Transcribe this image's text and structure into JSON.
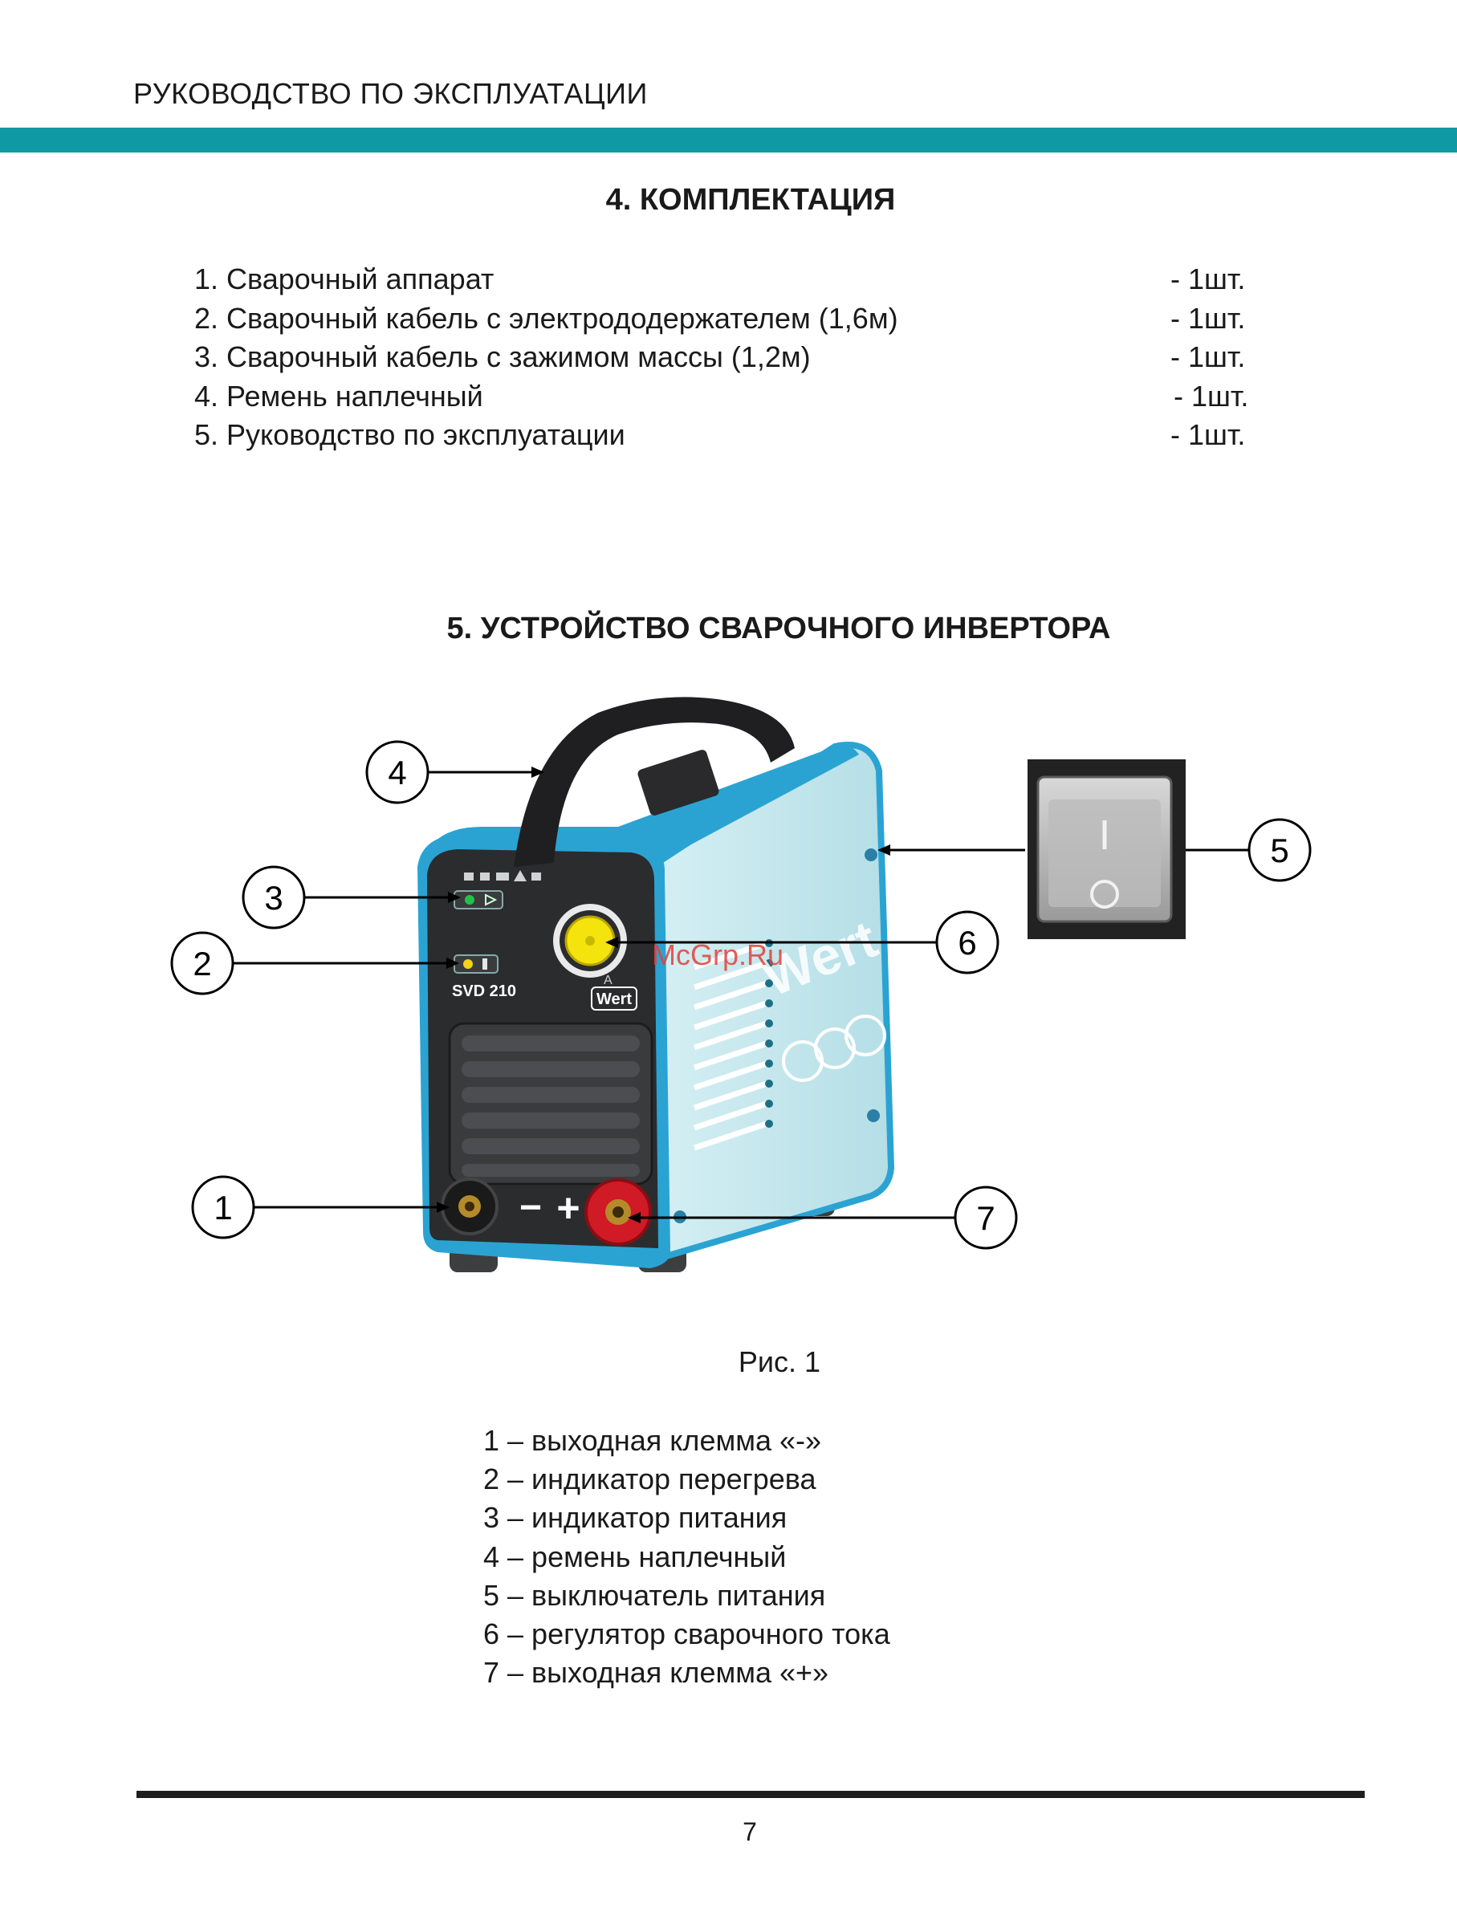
{
  "header": {
    "title": "РУКОВОДСТВО ПО ЭКСПЛУАТАЦИИ"
  },
  "colors": {
    "band": "#0f9aa3",
    "device_body": "#bfe6ec",
    "device_frame": "#2aa3d3",
    "panel": "#2b2c2e"
  },
  "section4": {
    "title": "4. КОМПЛЕКТАЦИЯ",
    "items": [
      {
        "name": "1. Сварочный аппарат",
        "qty": "- 1шт."
      },
      {
        "name": "2. Сварочный кабель с электрододержателем (1,6м)",
        "qty": "- 1шт."
      },
      {
        "name": "3. Сварочный кабель с зажимом массы (1,2м)",
        "qty": "- 1шт."
      },
      {
        "name": "4. Ремень наплечный",
        "qty": "- 1шт."
      },
      {
        "name": "5. Руководство по эксплуатации",
        "qty": "- 1шт."
      }
    ]
  },
  "section5": {
    "title": "5. УСТРОЙСТВО СВАРОЧНОГО ИНВЕРТОРА",
    "figure": {
      "model_label": "SVD 210",
      "brand_label": "Wert",
      "side_brand_label": "Wert",
      "watermark": "McGrp.Ru",
      "minus_sign": "−",
      "plus_sign": "+",
      "amp_unit": "A",
      "switch_on_symbol": "I",
      "switch_off_symbol": "O",
      "callouts": [
        "1",
        "2",
        "3",
        "4",
        "5",
        "6",
        "7"
      ]
    },
    "caption": "Рис. 1",
    "legend": [
      "1 – выходная клемма «-»",
      "2 – индикатор перегрева",
      "3 – индикатор питания",
      "4 – ремень наплечный",
      "5 – выключатель питания",
      "6 – регулятор сварочного тока",
      "7 – выходная клемма «+»"
    ]
  },
  "footer": {
    "page_number": "7"
  }
}
